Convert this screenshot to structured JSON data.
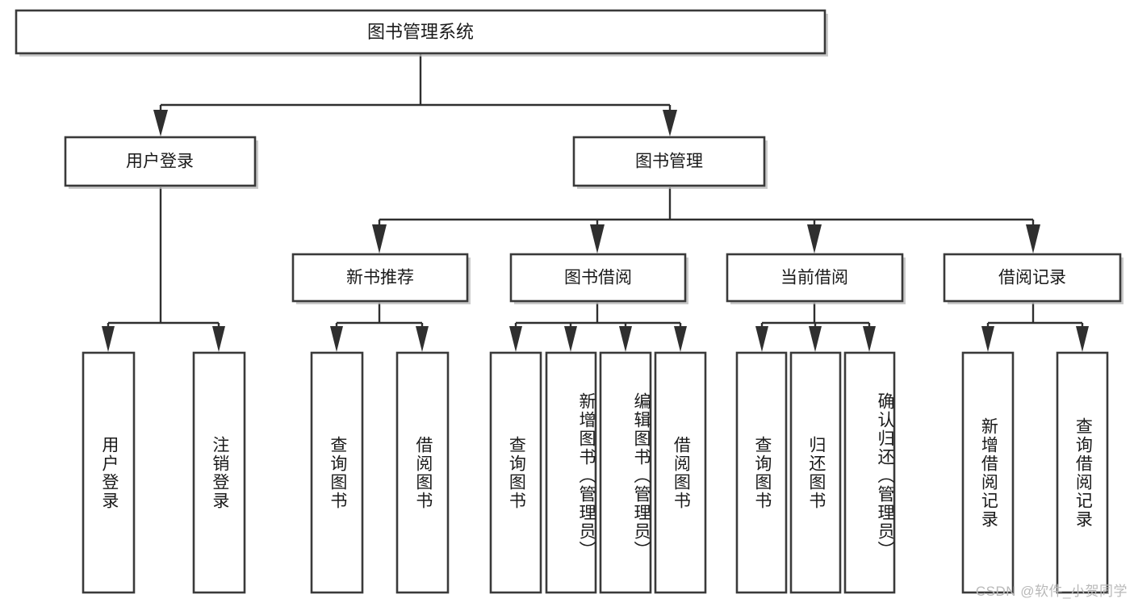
{
  "diagram": {
    "title": "图书管理系统",
    "type": "tree",
    "orientation": "top-down",
    "style": {
      "box_fill": "#ffffff",
      "box_stroke": "#3a3a3a",
      "connector_color": "#2f2f2f",
      "text_color": "#1a1a1a",
      "background": "#ffffff",
      "watermark_color": "#b9b9b9"
    },
    "root": {
      "id": "root",
      "label": "图书管理系统"
    },
    "level2": [
      {
        "id": "user-login",
        "label": "用户登录"
      },
      {
        "id": "book-manage",
        "label": "图书管理"
      }
    ],
    "level3": [
      {
        "id": "new-book-recommend",
        "label": "新书推荐",
        "parent": "book-manage"
      },
      {
        "id": "book-borrow",
        "label": "图书借阅",
        "parent": "book-manage"
      },
      {
        "id": "current-borrow",
        "label": "当前借阅",
        "parent": "book-manage"
      },
      {
        "id": "borrow-record",
        "label": "借阅记录",
        "parent": "book-manage"
      }
    ],
    "leaves": {
      "user-login": [
        {
          "id": "leaf-user-login",
          "label": "用户登录"
        },
        {
          "id": "leaf-user-logout",
          "label": "注销登录"
        }
      ],
      "new-book-recommend": [
        {
          "id": "leaf-query-book-1",
          "label": "查询图书"
        },
        {
          "id": "leaf-borrow-book-1",
          "label": "借阅图书"
        }
      ],
      "book-borrow": [
        {
          "id": "leaf-query-book-2",
          "label": "查询图书"
        },
        {
          "id": "leaf-add-book",
          "label": "新增图书（管理员）"
        },
        {
          "id": "leaf-edit-book",
          "label": "编辑图书（管理员）"
        },
        {
          "id": "leaf-borrow-book-2",
          "label": "借阅图书"
        }
      ],
      "current-borrow": [
        {
          "id": "leaf-query-book-3",
          "label": "查询图书"
        },
        {
          "id": "leaf-return-book",
          "label": "归还图书"
        },
        {
          "id": "leaf-confirm-return",
          "label": "确认归还（管理员）"
        }
      ],
      "borrow-record": [
        {
          "id": "leaf-add-record",
          "label": "新增借阅记录"
        },
        {
          "id": "leaf-query-record",
          "label": "查询借阅记录"
        }
      ]
    }
  },
  "watermark": {
    "text": "CSDN @软件_小贺同学"
  }
}
